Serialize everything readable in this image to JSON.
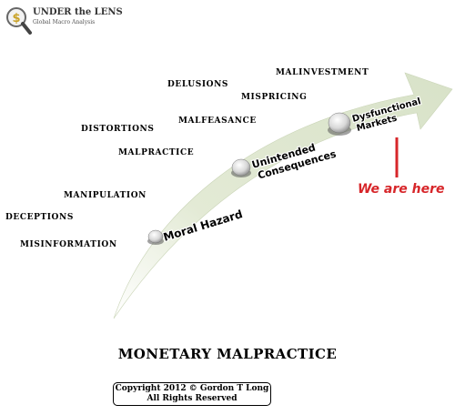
{
  "logo": {
    "title": "UNDER the LENS",
    "subtitle": "Global Macro Analysis"
  },
  "title": "MONETARY MALPRACTICE",
  "terms": [
    "MALINVESTMENT",
    "DELUSIONS",
    "MISPRICING",
    "MALFEASANCE",
    "DISTORTIONS",
    "MALPRACTICE",
    "MANIPULATION",
    "DECEPTIONS",
    "MISINFORMATION"
  ],
  "stages": [
    {
      "lines": [
        "Moral Hazard"
      ]
    },
    {
      "lines": [
        "Unintended",
        "Consequences"
      ]
    },
    {
      "lines": [
        "Dysfunctional",
        "Markets"
      ]
    }
  ],
  "marker": {
    "label": "We are here",
    "color": "#d7262a"
  },
  "arrow_color": "#e3ead5",
  "copyright": {
    "line1": "Copyright 2012 © Gordon T Long",
    "line2": "All Rights Reserved"
  }
}
